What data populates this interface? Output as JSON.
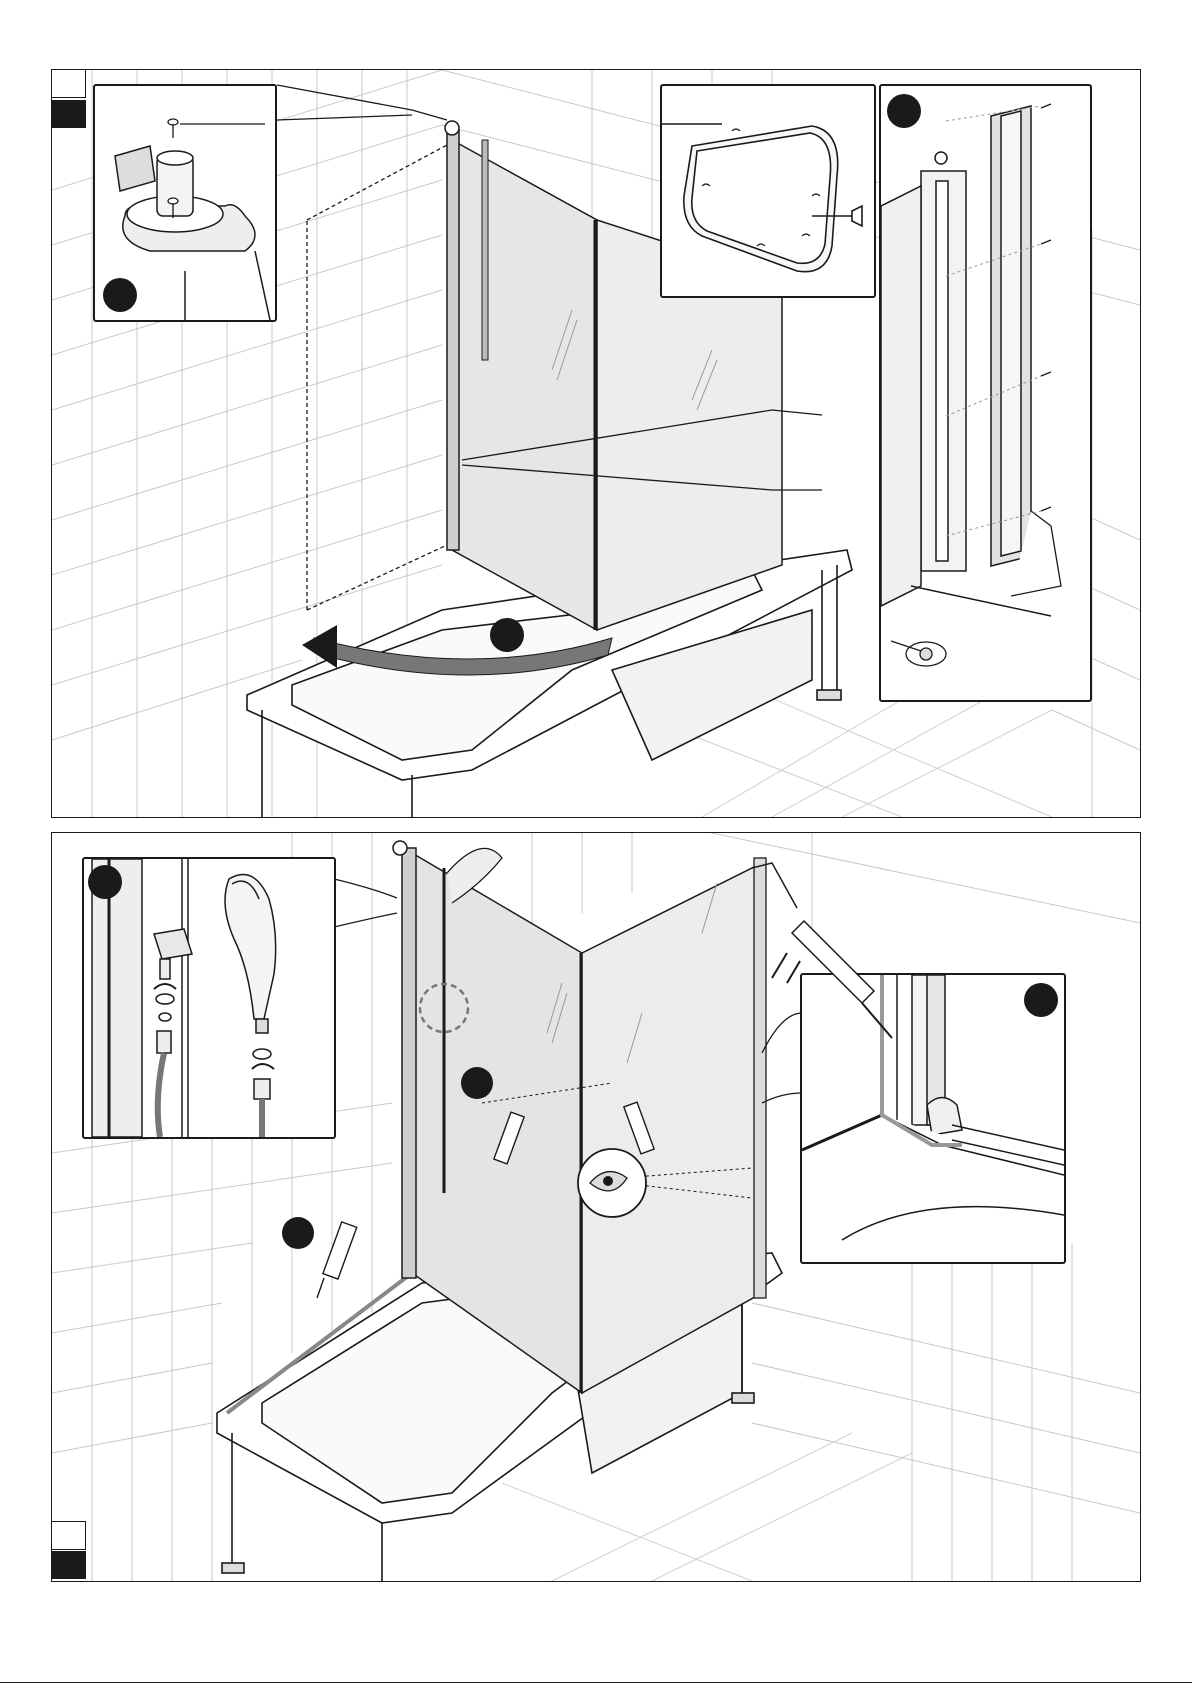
{
  "document": {
    "type": "assembly-instructions",
    "steps": [
      {
        "id": "top",
        "callouts": [
          "wall-fixing-screw-detail",
          "profile-top-view-detail",
          "wall-profile-screw-detail"
        ],
        "action": "swing-screen-to-wall"
      },
      {
        "id": "bottom",
        "callouts": [
          "hand-shower-hose-detail",
          "silicone-sealing-detail"
        ],
        "action": "silicone-seal-and-fit-hand-shower"
      }
    ],
    "colors": {
      "line": "#1a1a1a",
      "glass": "#d9d9d9",
      "tile": "#c8c8c8",
      "marker": "#1a1a1a"
    },
    "icons": [
      "screw-icon",
      "hand-shower-icon",
      "silicone-gun-icon",
      "eye-icon",
      "rotate-arrow-icon"
    ]
  }
}
